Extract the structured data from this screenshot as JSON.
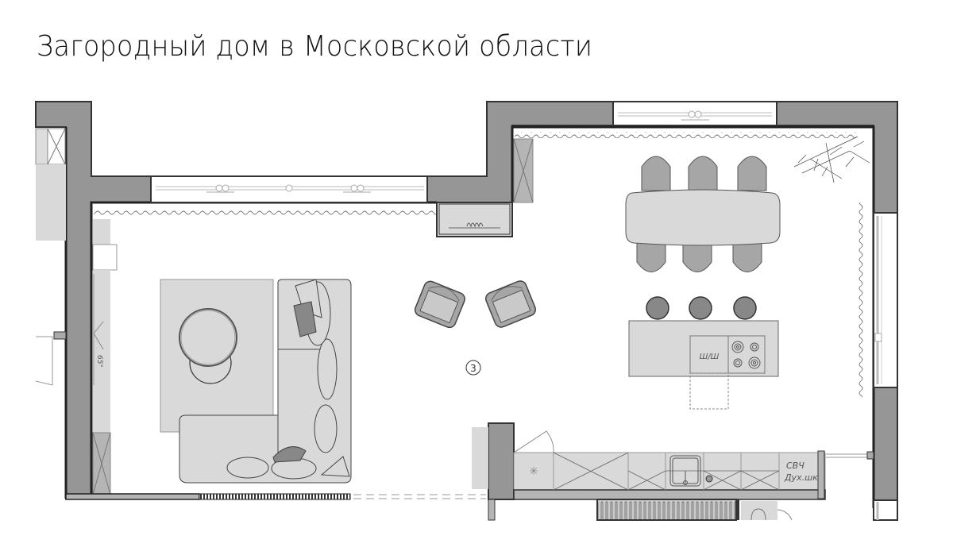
{
  "page": {
    "title": "Загородный дом в Московской области"
  },
  "plan": {
    "room_number": "3",
    "labels": {
      "island_appliance": "Ш/Ш",
      "microwave": "СВЧ",
      "oven": "Дух.шк",
      "window_sill_angle": "65°"
    },
    "colors": {
      "wall_fill": "#969696",
      "wall_outline": "#333333",
      "furniture_fill": "#d9d9d9",
      "chair_fill": "#a6a6a6",
      "background": "#ffffff"
    },
    "furniture": {
      "dining_chairs": 6,
      "bar_stools": 3,
      "armchairs": 2,
      "cooktop_burners": 4
    }
  }
}
